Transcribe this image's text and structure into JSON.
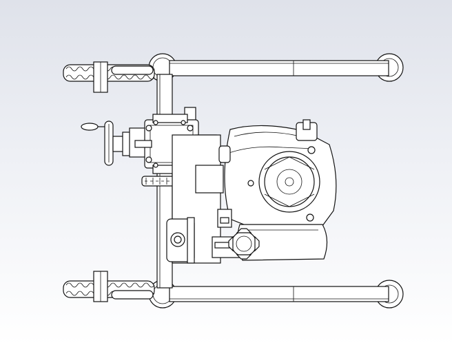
{
  "viewport": {
    "background_top": "#dfe2ea",
    "background_bottom": "#ffffff"
  },
  "drawing": {
    "line_color": "#111111",
    "fill_color": "#ffffff",
    "view": "top",
    "parts": [
      "frame-top-rail",
      "frame-bottom-rail",
      "frame-cross-member",
      "caster-wheel-top-left",
      "caster-wheel-top-right",
      "caster-wheel-bottom-left",
      "caster-wheel-bottom-right",
      "track-sprocket-top",
      "track-sprocket-bottom",
      "hand-crank",
      "gearbox",
      "drive-chain",
      "engine-block",
      "engine-flywheel-cover",
      "fuel-tank",
      "fuel-cap"
    ]
  }
}
